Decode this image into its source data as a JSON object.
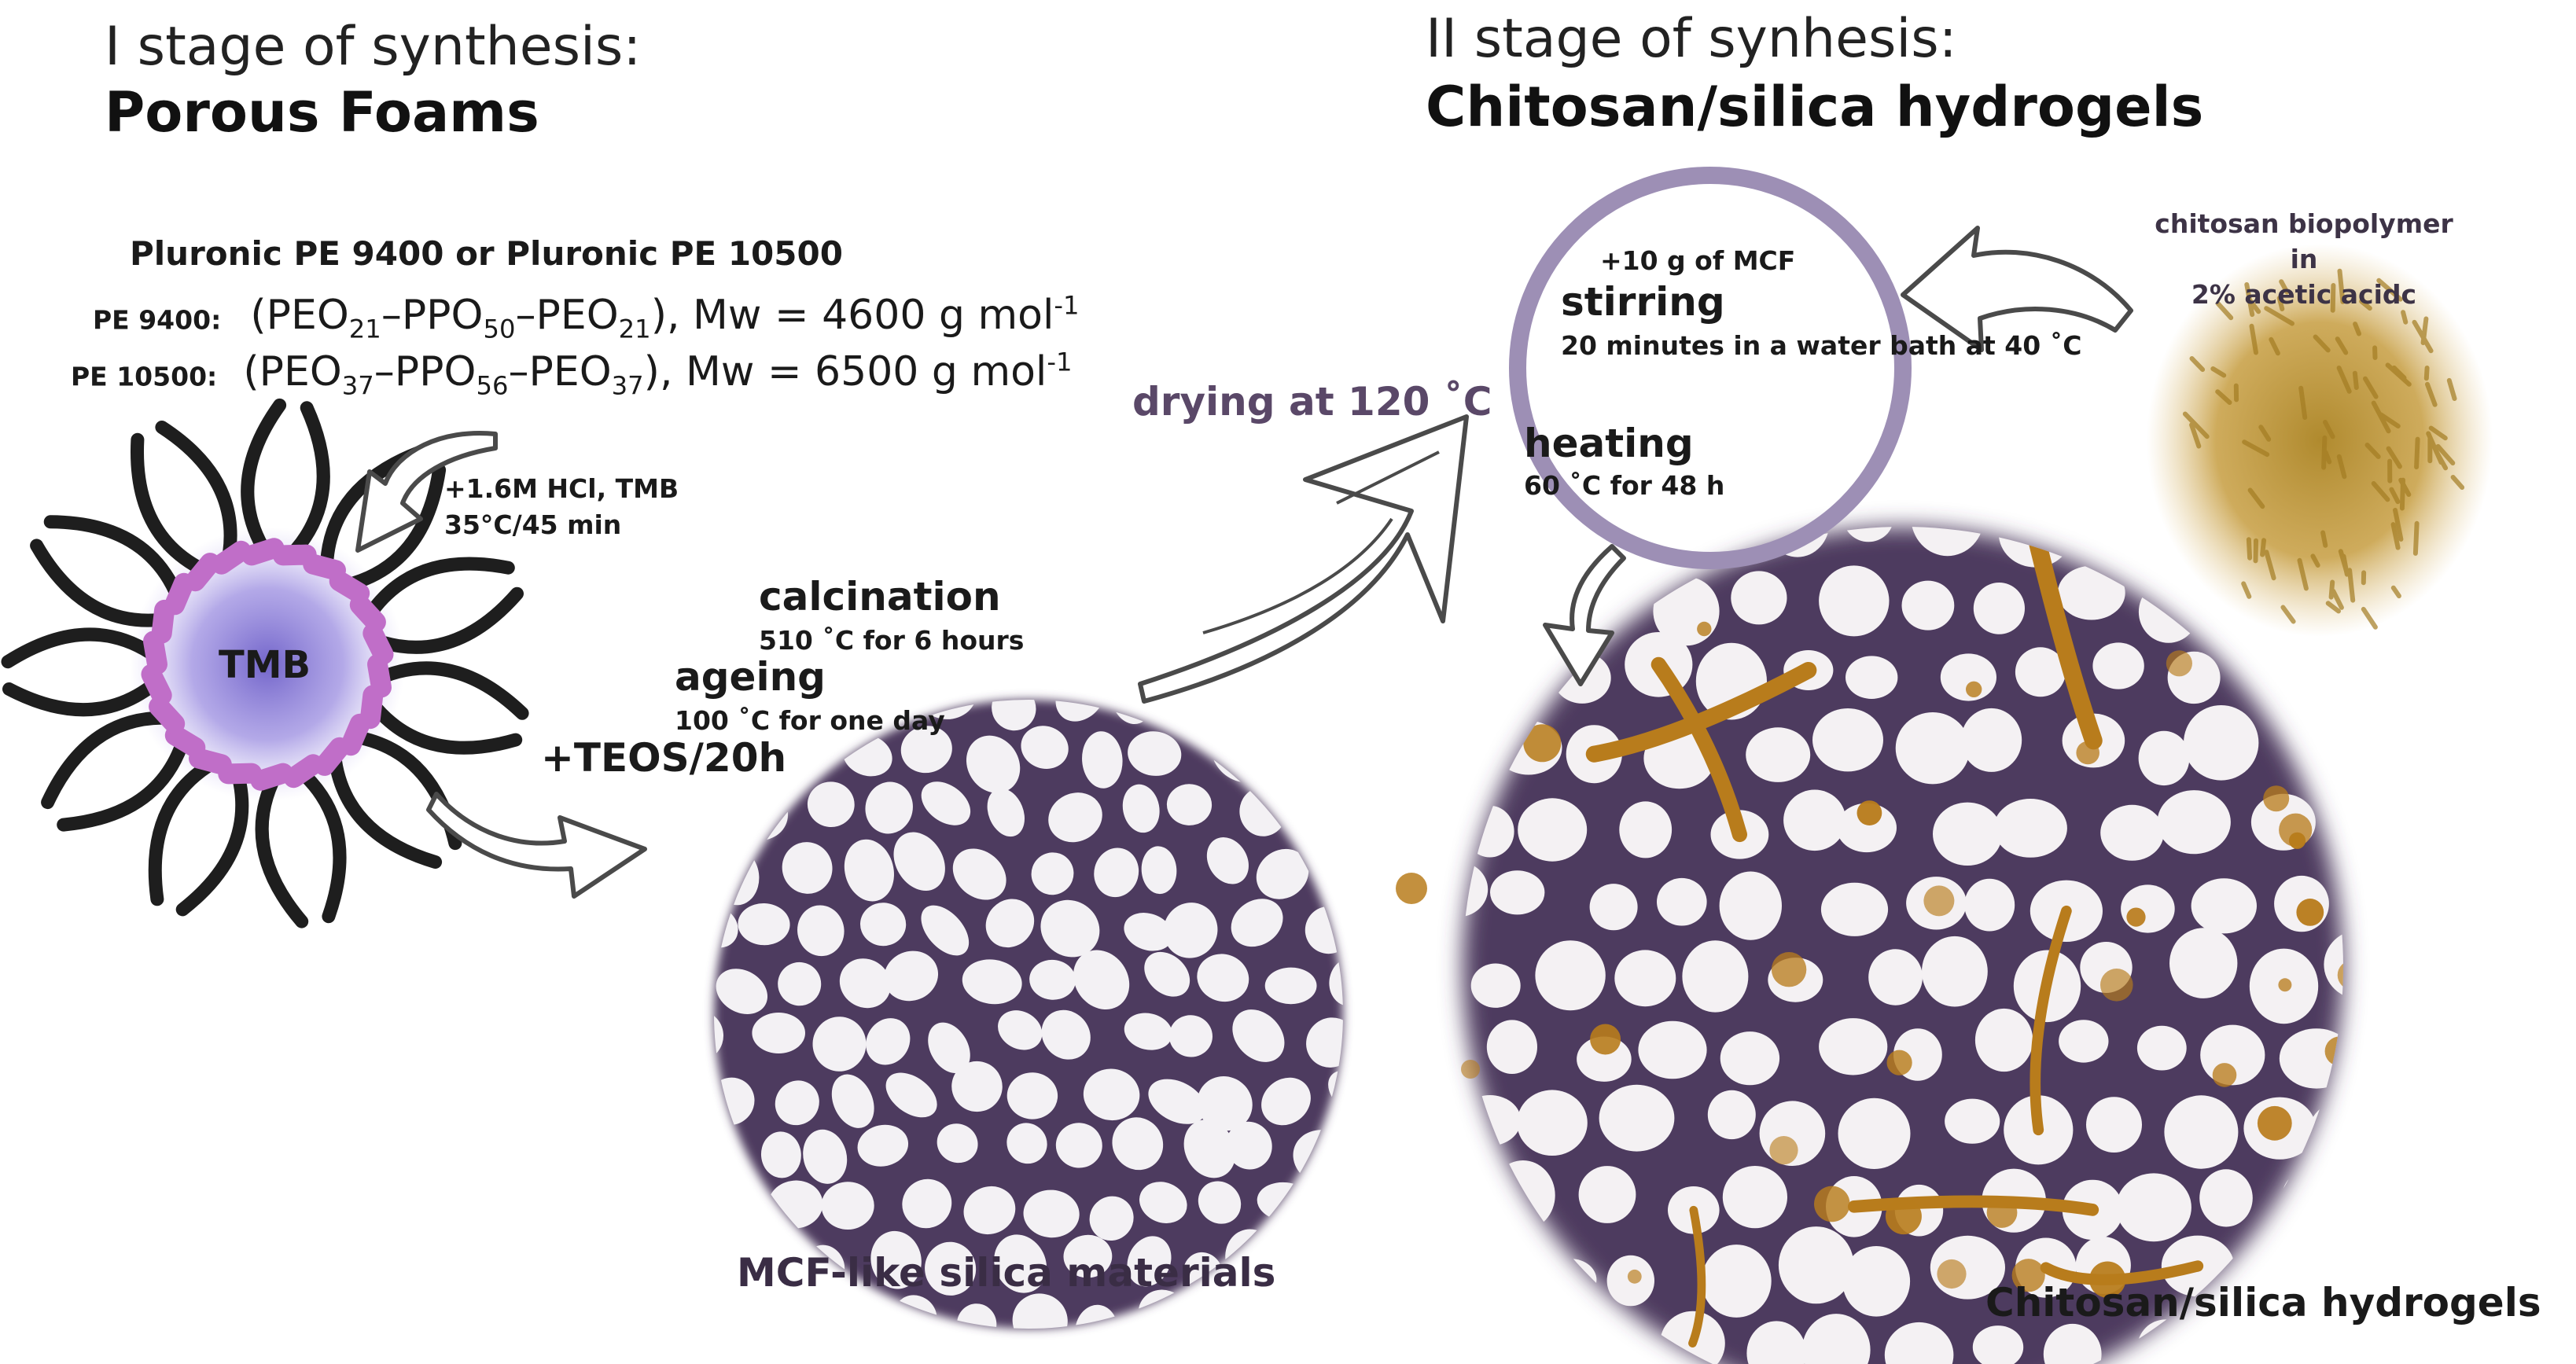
{
  "stage1": {
    "line": "I stage of synthesis:",
    "title": "Porous Foams"
  },
  "stage2": {
    "line": "II stage of synhesis:",
    "title": "Chitosan/silica hydrogels"
  },
  "pluronic": {
    "heading": "Pluronic PE 9400 or Pluronic PE 10500",
    "pe9400": {
      "label": "PE 9400:",
      "open": "(PEO",
      "sub1": "21",
      "mid1": "–PPO",
      "sub2": "50",
      "mid2": "–PEO",
      "sub3": "21",
      "close": "), Mw = 4600 g mol",
      "sup": "-1"
    },
    "pe10500": {
      "label": "PE 10500:",
      "open": "(PEO",
      "sub1": "37",
      "mid1": "–PPO",
      "sub2": "56",
      "mid2": "–PEO",
      "sub3": "37",
      "close": "), Mw = 6500 g mol",
      "sup": "-1"
    }
  },
  "micelle": {
    "core_label": "TMB",
    "addition_line1": "+1.6M HCl, TMB",
    "addition_line2": "35°C/45 min"
  },
  "steps": {
    "teos": "+TEOS/20h",
    "ageing_title": "ageing",
    "ageing_detail": "100 ˚C for one day",
    "calcination_title": "calcination",
    "calcination_detail": "510 ˚C for 6 hours",
    "drying": "drying at 120 ˚C",
    "mcf_addition": "+10 g of MCF",
    "stirring_title": "stirring",
    "stirring_detail": "20 minutes in a water bath at 40 ˚C",
    "heating_title": "heating",
    "heating_detail": "60 ˚C for 48 h"
  },
  "chitosan": {
    "line1": "chitosan biopolymer",
    "line2": "in",
    "line3": "2% acetic acidc"
  },
  "captions": {
    "mcf": "MCF-like silica materials",
    "hydrogel": "Chitosan/silica hydrogels"
  },
  "colors": {
    "silica_purple": "#4e3a5e",
    "chitosan_gold": "#b87c1c",
    "chitosan_powder": "#c9a24a",
    "micelle_core": "#8a78d0",
    "headgroup_pink": "#c06ec8",
    "ring_lavender": "#9d8fb5",
    "drying_text": "#5a4868"
  }
}
